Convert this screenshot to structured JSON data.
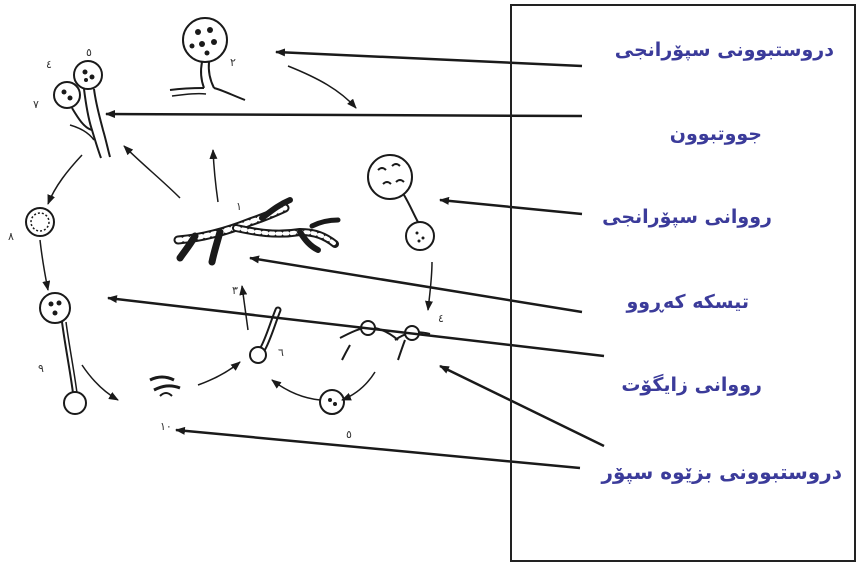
{
  "labels": {
    "sporangium_formation": "دروستبوونی سپۆرانجی",
    "conjugation": "جووتبوون",
    "sporangium_germination": "رووانی سپۆرانجی",
    "mycelium": "تیسکە کەڕوو",
    "zygote_germination": "رووانی زایگۆت",
    "asexual_spore_formation": "دروستبوونی بزێوە سپۆر"
  },
  "stage_numbers": {
    "n1": "١",
    "n2": "٢",
    "n3": "٣",
    "n4": "٤",
    "n5": "٥",
    "n6": "٦",
    "n7": "٧",
    "n8": "٨",
    "n9": "٩",
    "n10": "١٠"
  },
  "colors": {
    "label": "#3b3b9a",
    "ink": "#1a1a1a"
  }
}
